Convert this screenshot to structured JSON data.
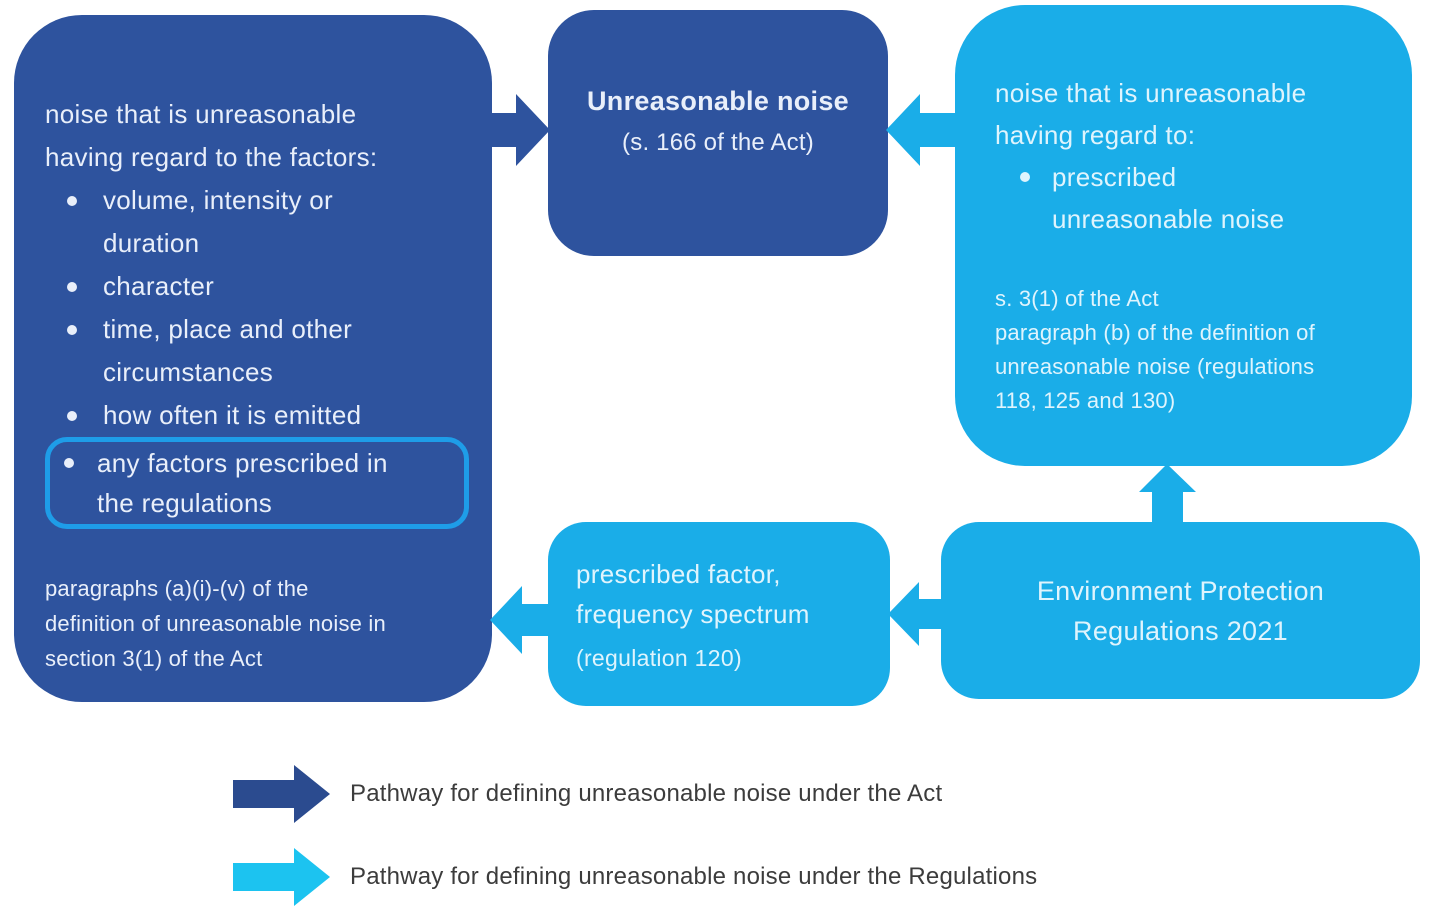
{
  "colors": {
    "act_pathway_dark_blue": "#2e539e",
    "regulations_pathway_light_blue": "#1aade8",
    "legend_act_arrow": "#2b4b8f",
    "legend_regulations_arrow": "#1cc3f0",
    "highlight_border": "#1e9de8",
    "background": "#ffffff",
    "legend_text": "#3c3c3c"
  },
  "boxes": {
    "act_factors": {
      "intro": [
        "noise that is unreasonable",
        "having regard to the factors:"
      ],
      "bullets": [
        [
          "volume, intensity or",
          "duration"
        ],
        [
          "character"
        ],
        [
          "time, place and other",
          "circumstances"
        ],
        [
          "how often it is emitted"
        ]
      ],
      "highlighted_bullet": [
        "any factors prescribed in",
        "the regulations"
      ],
      "footnote": [
        "paragraphs (a)(i)-(v) of the",
        "definition of unreasonable noise in",
        "section 3(1) of the Act"
      ]
    },
    "unreasonable_noise": {
      "title": "Unreasonable noise",
      "subtitle": "(s. 166 of the Act)"
    },
    "reg_noise": {
      "intro": [
        "noise that is unreasonable",
        "having regard to:"
      ],
      "bullet": [
        "prescribed",
        "unreasonable noise"
      ],
      "footnote": [
        "s. 3(1) of the Act",
        "paragraph (b) of the definition of",
        "unreasonable noise (regulations",
        "118, 125 and 130)"
      ]
    },
    "prescribed_factor": {
      "line1": "prescribed factor,",
      "line2": "frequency spectrum",
      "line3": "(regulation 120)"
    },
    "ep_regulations": {
      "lines": [
        "Environment Protection",
        "Regulations 2021"
      ]
    }
  },
  "legend": {
    "act_label": "Pathway for defining unreasonable noise under the Act",
    "regulations_label": "Pathway for defining unreasonable noise under the Regulations"
  }
}
